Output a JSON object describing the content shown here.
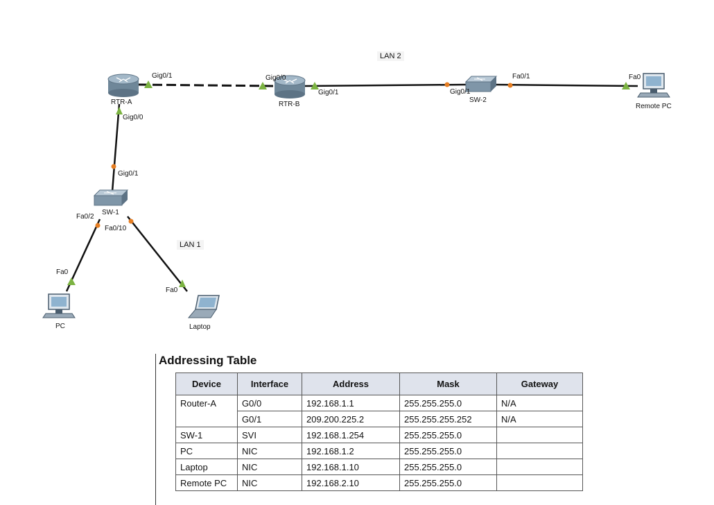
{
  "lans": {
    "lan1": "LAN 1",
    "lan2": "LAN 2"
  },
  "devices": {
    "rtr_a": "RTR-A",
    "rtr_b": "RTR-B",
    "sw_1": "SW-1",
    "sw_2": "SW-2",
    "pc": "PC",
    "laptop": "Laptop",
    "remote_pc": "Remote PC"
  },
  "ports": {
    "rtra_gig01": "Gig0/1",
    "rtra_gig00": "Gig0/0",
    "rtrb_gig00": "Gig0/0",
    "rtrb_gig01": "Gig0/1",
    "sw2_gig01": "Gig0/1",
    "sw2_fa01": "Fa0/1",
    "remote_fa0": "Fa0",
    "sw1_gig01": "Gig0/1",
    "sw1_fa02": "Fa0/2",
    "sw1_fa010": "Fa0/10",
    "pc_fa0": "Fa0",
    "laptop_fa0": "Fa0"
  },
  "colors": {
    "link_up": "#7cb342",
    "link_orange": "#e67e22",
    "router_body": "#7f96a8",
    "table_header_bg": "#dfe3ec"
  },
  "table": {
    "title": "Addressing Table",
    "headers": [
      "Device",
      "Interface",
      "Address",
      "Mask",
      "Gateway"
    ],
    "rows": [
      [
        "Router-A",
        "G0/0",
        "192.168.1.1",
        "255.255.255.0",
        "N/A"
      ],
      [
        "",
        "G0/1",
        "209.200.225.2",
        "255.255.255.252",
        "N/A"
      ],
      [
        "SW-1",
        "SVI",
        "192.168.1.254",
        "255.255.255.0",
        ""
      ],
      [
        "PC",
        "NIC",
        "192.168.1.2",
        "255.255.255.0",
        ""
      ],
      [
        "Laptop",
        "NIC",
        "192.168.1.10",
        "255.255.255.0",
        ""
      ],
      [
        "Remote PC",
        "NIC",
        "192.168.2.10",
        "255.255.255.0",
        ""
      ]
    ]
  }
}
